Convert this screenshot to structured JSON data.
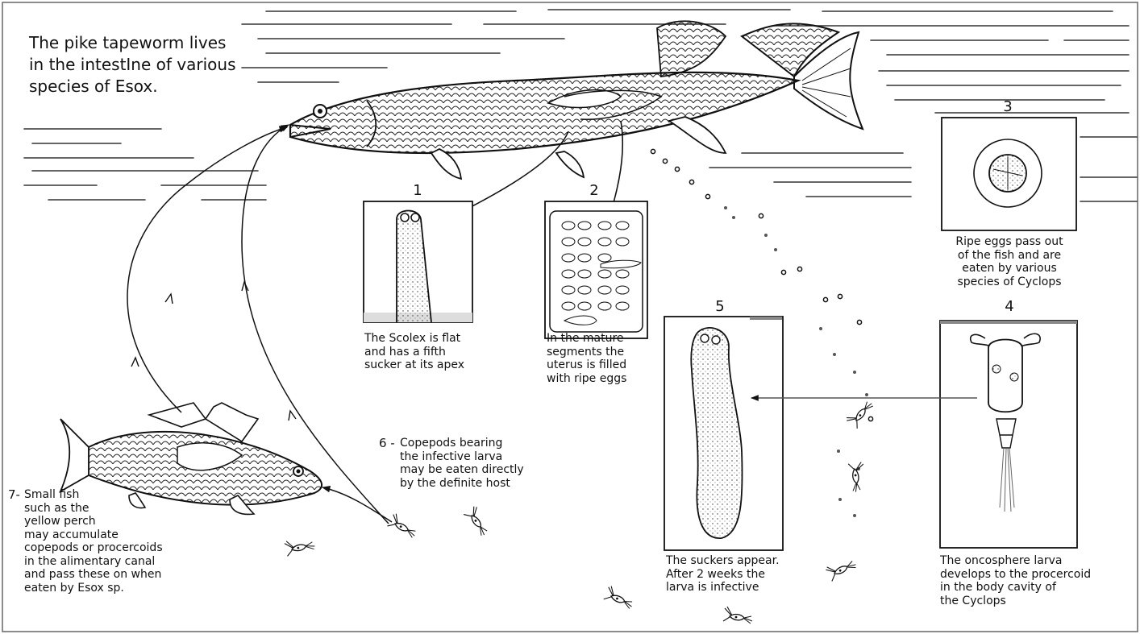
{
  "intro_text": "The pike tapeworm lives\nin the intestIne of various\nspecies of Esox.",
  "panels": {
    "p1": {
      "number": "1",
      "caption": "The Scolex is flat\nand has a fifth\nsucker at its apex"
    },
    "p2": {
      "number": "2",
      "caption": "In the mature\nsegments the\nuterus is filled\nwith ripe eggs"
    },
    "p3": {
      "number": "3",
      "caption": "Ripe eggs pass out\nof the fish and are\neaten by various\nspecies of Cyclops"
    },
    "p4": {
      "number": "4",
      "caption": "The oncosphere larva\ndevelops to the procercoid\nin the body cavity of\nthe Cyclops"
    },
    "p5": {
      "number": "5",
      "caption": "The suckers appear.\nAfter 2 weeks the\nlarva is infective"
    }
  },
  "step6": {
    "number": "6 -",
    "text": "Copepods bearing\nthe infective larva\nmay be eaten directly\nby the definite host"
  },
  "step7": {
    "number": "7-",
    "text": "Small fish\nsuch as the\nyellow perch\nmay accumulate\ncopepods or procercoids\nin the alimentary canal\nand pass these on when\neaten by Esox sp."
  },
  "colors": {
    "ink": "#111111",
    "paper": "#ffffff",
    "panel_gray": "#8a8a8a"
  },
  "icons": [
    "pike-icon",
    "perch-icon",
    "copepod-icon",
    "egg-icon",
    "cyclops-icon",
    "scolex-icon",
    "proglottid-icon",
    "procercoid-icon"
  ]
}
